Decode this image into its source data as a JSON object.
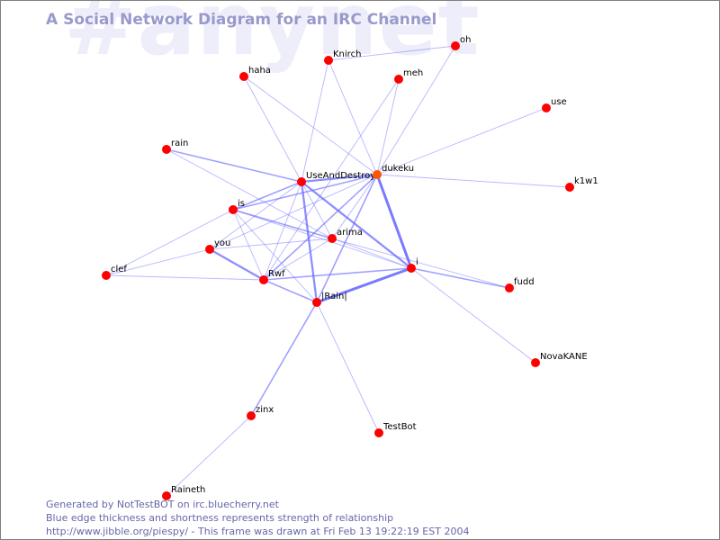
{
  "watermark": "#anynet",
  "title": "A Social Network Diagram for an IRC Channel",
  "colors": {
    "node": "#ff0000",
    "highlight_node": "#ff5500",
    "edge": "#6666ff",
    "title": "#9999cc",
    "watermark": "#eeeefb",
    "footer": "#6666aa"
  },
  "nodes": [
    {
      "id": "oh",
      "label": "oh"
    },
    {
      "id": "Knirch",
      "label": "Knirch"
    },
    {
      "id": "haha",
      "label": "haha"
    },
    {
      "id": "meh",
      "label": "meh"
    },
    {
      "id": "use",
      "label": "use"
    },
    {
      "id": "rain",
      "label": "rain"
    },
    {
      "id": "UseAndDestroy",
      "label": "UseAndDestroy"
    },
    {
      "id": "dukeku",
      "label": "dukeku",
      "highlight": true
    },
    {
      "id": "k1w1",
      "label": "k1w1"
    },
    {
      "id": "is",
      "label": "is"
    },
    {
      "id": "arima",
      "label": "arima"
    },
    {
      "id": "you",
      "label": "you"
    },
    {
      "id": "i",
      "label": "i"
    },
    {
      "id": "clef",
      "label": "clef"
    },
    {
      "id": "Rwf",
      "label": "Rwf"
    },
    {
      "id": "fudd",
      "label": "fudd"
    },
    {
      "id": "Rain",
      "label": "|Rain|"
    },
    {
      "id": "NovaKANE",
      "label": "NovaKANE"
    },
    {
      "id": "zinx",
      "label": "zinx"
    },
    {
      "id": "TestBot",
      "label": "TestBot"
    },
    {
      "id": "Raineth",
      "label": "Raineth"
    }
  ],
  "edges": [
    {
      "source": "Knirch",
      "target": "oh",
      "strength": 1
    },
    {
      "source": "Knirch",
      "target": "UseAndDestroy",
      "strength": 1
    },
    {
      "source": "Knirch",
      "target": "dukeku",
      "strength": 1
    },
    {
      "source": "haha",
      "target": "UseAndDestroy",
      "strength": 1
    },
    {
      "source": "haha",
      "target": "dukeku",
      "strength": 1
    },
    {
      "source": "meh",
      "target": "dukeku",
      "strength": 1
    },
    {
      "source": "meh",
      "target": "Rwf",
      "strength": 1
    },
    {
      "source": "oh",
      "target": "dukeku",
      "strength": 1
    },
    {
      "source": "use",
      "target": "dukeku",
      "strength": 1
    },
    {
      "source": "k1w1",
      "target": "dukeku",
      "strength": 1
    },
    {
      "source": "rain",
      "target": "UseAndDestroy",
      "strength": 2
    },
    {
      "source": "rain",
      "target": "arima",
      "strength": 1
    },
    {
      "source": "UseAndDestroy",
      "target": "dukeku",
      "strength": 3
    },
    {
      "source": "UseAndDestroy",
      "target": "is",
      "strength": 2
    },
    {
      "source": "UseAndDestroy",
      "target": "i",
      "strength": 3
    },
    {
      "source": "UseAndDestroy",
      "target": "Rain",
      "strength": 3
    },
    {
      "source": "UseAndDestroy",
      "target": "Rwf",
      "strength": 1
    },
    {
      "source": "UseAndDestroy",
      "target": "you",
      "strength": 1
    },
    {
      "source": "UseAndDestroy",
      "target": "arima",
      "strength": 1
    },
    {
      "source": "dukeku",
      "target": "i",
      "strength": 4
    },
    {
      "source": "dukeku",
      "target": "is",
      "strength": 2
    },
    {
      "source": "dukeku",
      "target": "you",
      "strength": 1
    },
    {
      "source": "dukeku",
      "target": "Rwf",
      "strength": 2
    },
    {
      "source": "dukeku",
      "target": "Rain",
      "strength": 2
    },
    {
      "source": "dukeku",
      "target": "arima",
      "strength": 1
    },
    {
      "source": "is",
      "target": "arima",
      "strength": 2
    },
    {
      "source": "is",
      "target": "i",
      "strength": 1
    },
    {
      "source": "is",
      "target": "Rwf",
      "strength": 1
    },
    {
      "source": "is",
      "target": "Rain",
      "strength": 1
    },
    {
      "source": "is",
      "target": "clef",
      "strength": 1
    },
    {
      "source": "you",
      "target": "Rwf",
      "strength": 3
    },
    {
      "source": "you",
      "target": "arima",
      "strength": 1
    },
    {
      "source": "you",
      "target": "clef",
      "strength": 1
    },
    {
      "source": "arima",
      "target": "i",
      "strength": 1
    },
    {
      "source": "arima",
      "target": "fudd",
      "strength": 1
    },
    {
      "source": "arima",
      "target": "Rwf",
      "strength": 1
    },
    {
      "source": "clef",
      "target": "Rwf",
      "strength": 1
    },
    {
      "source": "Rwf",
      "target": "i",
      "strength": 2
    },
    {
      "source": "Rwf",
      "target": "Rain",
      "strength": 2
    },
    {
      "source": "i",
      "target": "Rain",
      "strength": 4
    },
    {
      "source": "i",
      "target": "fudd",
      "strength": 2
    },
    {
      "source": "i",
      "target": "NovaKANE",
      "strength": 1
    },
    {
      "source": "Rain",
      "target": "zinx",
      "strength": 2
    },
    {
      "source": "Rain",
      "target": "TestBot",
      "strength": 1
    },
    {
      "source": "zinx",
      "target": "Raineth",
      "strength": 1
    }
  ],
  "footer": {
    "line1": "Generated by NotTestBOT on irc.bluecherry.net",
    "line2": "Blue edge thickness and shortness represents strength of relationship",
    "line3": "http://www.jibble.org/piespy/ - This frame was drawn at Fri Feb 13 19:22:19 EST 2004"
  }
}
